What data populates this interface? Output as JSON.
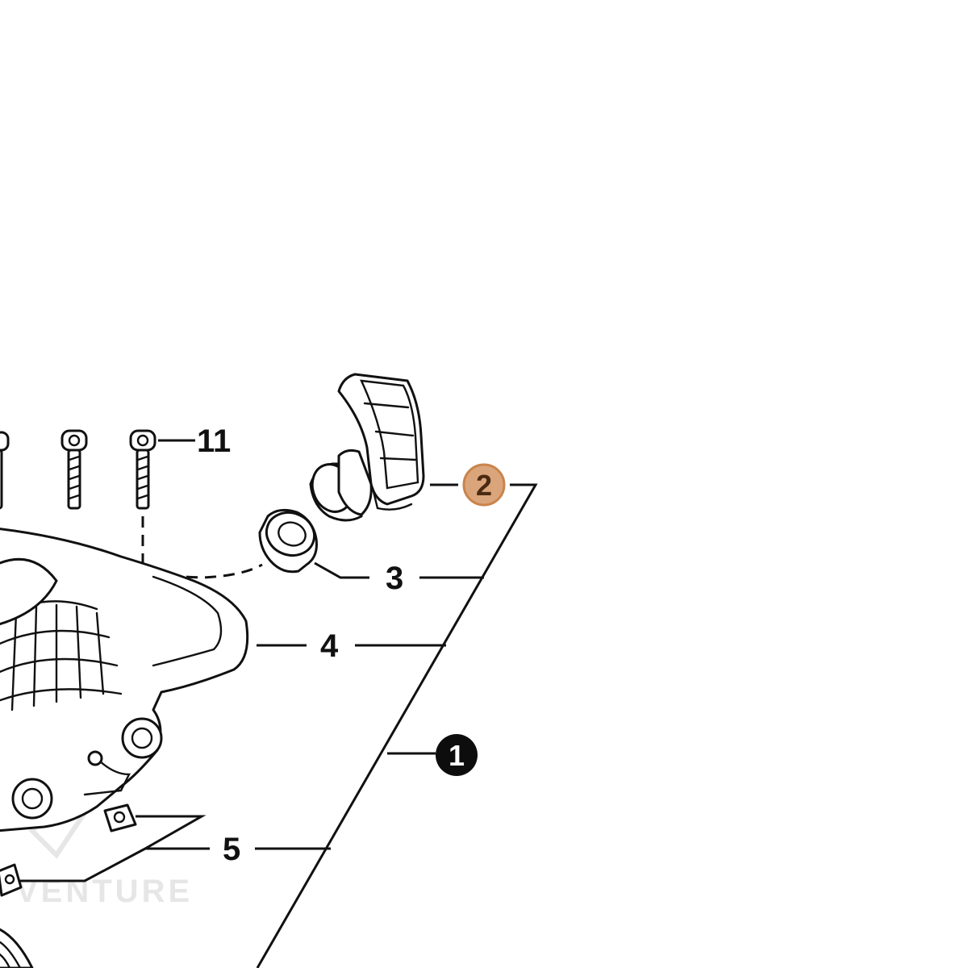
{
  "diagram": {
    "callouts": {
      "c1": "1",
      "c2": "2",
      "c3": "3",
      "c4": "4",
      "c5": "5",
      "c11": "11"
    },
    "watermark_text": "VENTURE",
    "colors": {
      "line": "#111111",
      "highlight_fill": "#dba57c",
      "highlight_stroke": "#c9844b",
      "highlight_text": "#4a2a12",
      "filled_badge": "#0d0d0d",
      "watermark": "#e6e6e6"
    }
  }
}
